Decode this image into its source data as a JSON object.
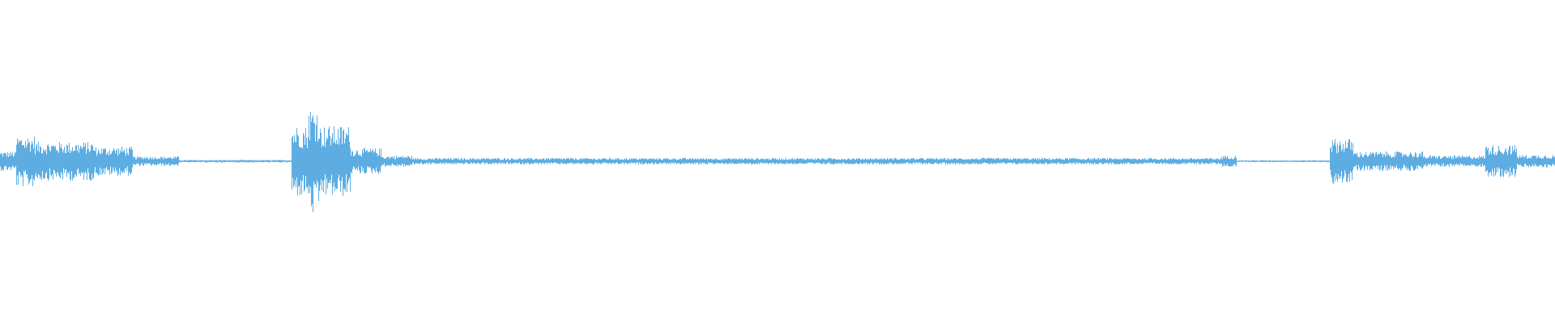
{
  "waveform": {
    "color": "#5dade2",
    "background": "#ffffff",
    "duration_fraction_segments": [
      {
        "start": 0.0,
        "end": 0.01,
        "amplitude": 0.06
      },
      {
        "start": 0.01,
        "end": 0.022,
        "amplitude": 0.16
      },
      {
        "start": 0.022,
        "end": 0.06,
        "amplitude": 0.12
      },
      {
        "start": 0.06,
        "end": 0.085,
        "amplitude": 0.09
      },
      {
        "start": 0.085,
        "end": 0.115,
        "amplitude": 0.03
      },
      {
        "start": 0.115,
        "end": 0.187,
        "amplitude": 0.008
      },
      {
        "start": 0.187,
        "end": 0.198,
        "amplitude": 0.22
      },
      {
        "start": 0.198,
        "end": 0.205,
        "amplitude": 0.34
      },
      {
        "start": 0.205,
        "end": 0.225,
        "amplitude": 0.22
      },
      {
        "start": 0.225,
        "end": 0.245,
        "amplitude": 0.08
      },
      {
        "start": 0.245,
        "end": 0.265,
        "amplitude": 0.035
      },
      {
        "start": 0.265,
        "end": 0.785,
        "amplitude": 0.02
      },
      {
        "start": 0.785,
        "end": 0.795,
        "amplitude": 0.035
      },
      {
        "start": 0.795,
        "end": 0.855,
        "amplitude": 0.006
      },
      {
        "start": 0.855,
        "end": 0.87,
        "amplitude": 0.14
      },
      {
        "start": 0.87,
        "end": 0.915,
        "amplitude": 0.06
      },
      {
        "start": 0.915,
        "end": 0.955,
        "amplitude": 0.035
      },
      {
        "start": 0.955,
        "end": 0.975,
        "amplitude": 0.1
      },
      {
        "start": 0.975,
        "end": 1.0,
        "amplitude": 0.04
      }
    ]
  }
}
